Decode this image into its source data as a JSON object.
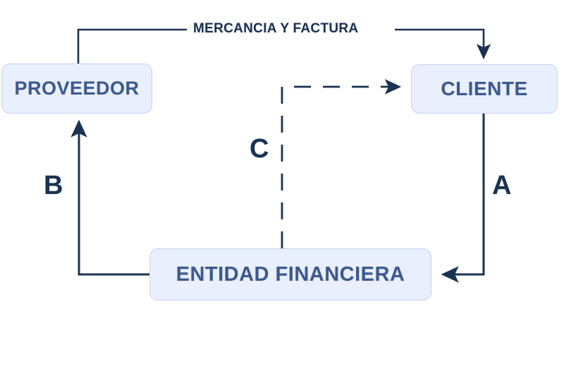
{
  "diagram": {
    "title_flow": "MERCANCIA Y FACTURA",
    "nodes": [
      {
        "id": "proveedor",
        "label": "PROVEEDOR"
      },
      {
        "id": "cliente",
        "label": "CLIENTE"
      },
      {
        "id": "entidad",
        "label": "ENTIDAD FINANCIERA"
      }
    ],
    "edges": [
      {
        "id": "mercancia",
        "label": "MERCANCIA Y FACTURA",
        "from": "proveedor",
        "to": "cliente",
        "style": "solid",
        "arrow": "to"
      },
      {
        "id": "a",
        "label": "A",
        "from": "cliente",
        "to": "entidad",
        "style": "solid",
        "arrow": "to"
      },
      {
        "id": "b",
        "label": "B",
        "from": "entidad",
        "to": "proveedor",
        "style": "solid",
        "arrow": "to"
      },
      {
        "id": "c",
        "label": "C",
        "from": "entidad",
        "to": "cliente",
        "style": "dashed",
        "arrow": "to"
      }
    ],
    "colors": {
      "node_fill": "#e9effc",
      "node_border": "#c3d3f3",
      "node_text": "#3d5a8c",
      "line": "#1b3352",
      "label_text": "#1b3352",
      "background": "#ffffff"
    }
  }
}
